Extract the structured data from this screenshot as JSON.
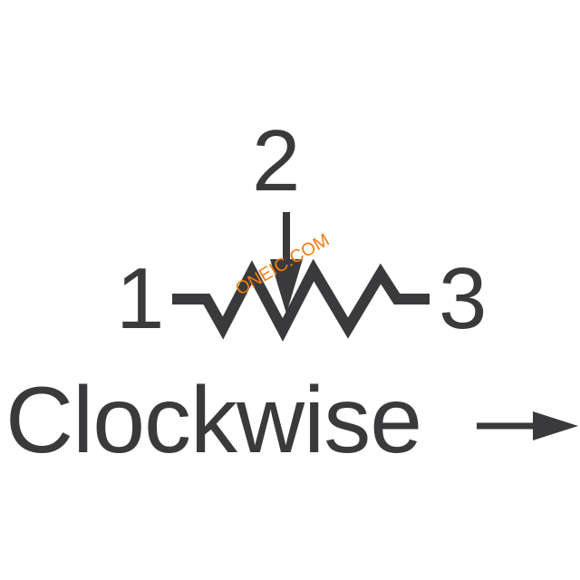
{
  "pins": {
    "wiper": "2",
    "left": "1",
    "right": "3"
  },
  "direction_label": "Clockwise",
  "watermark": "ONEIC.COM",
  "colors": {
    "ink": "#3a3a3c",
    "watermark": "#f07c12",
    "background": "#ffffff"
  },
  "icons": {
    "resistor": "zigzag-resistor-icon",
    "wiper_arrow": "arrow-down-icon",
    "direction_arrow": "arrow-right-icon"
  }
}
